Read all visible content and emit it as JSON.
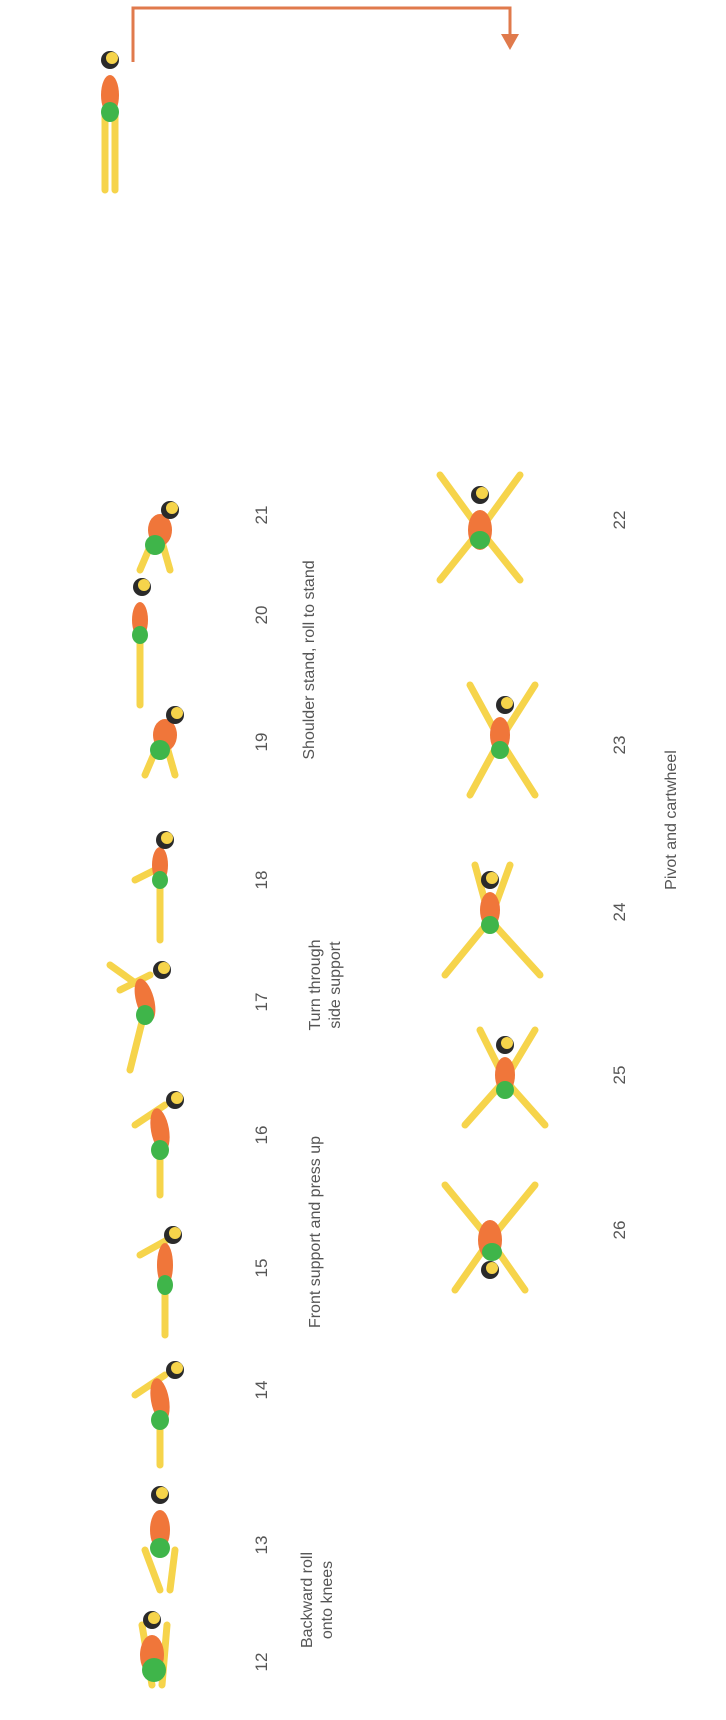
{
  "colors": {
    "skin": "#f6d44b",
    "top": "#f0763a",
    "shorts": "#3fb54a",
    "hair": "#2a2a2a",
    "arrow": "#e07a4c",
    "text": "#555555"
  },
  "steps": [
    {
      "num": "12",
      "pose": "crouch"
    },
    {
      "num": "13",
      "pose": "kneel"
    },
    {
      "num": "14",
      "pose": "front-support"
    },
    {
      "num": "15",
      "pose": "press-up"
    },
    {
      "num": "16",
      "pose": "front-support"
    },
    {
      "num": "17",
      "pose": "side-support"
    },
    {
      "num": "18",
      "pose": "sit"
    },
    {
      "num": "19",
      "pose": "tuck"
    },
    {
      "num": "20",
      "pose": "shoulder-stand"
    },
    {
      "num": "21",
      "pose": "tuck"
    },
    {
      "num": "22",
      "pose": "star"
    },
    {
      "num": "23",
      "pose": "cartwheel-a"
    },
    {
      "num": "24",
      "pose": "cartwheel-b"
    },
    {
      "num": "25",
      "pose": "cartwheel-c"
    },
    {
      "num": "26",
      "pose": "star-land"
    }
  ],
  "captions": {
    "backward_roll": [
      "Backward roll",
      "onto knees"
    ],
    "front_support": "Front support and press up",
    "turn_through": [
      "Turn through",
      "side support"
    ],
    "shoulder_stand": "Shoulder stand, roll to stand",
    "pivot": "Pivot and cartwheel"
  }
}
